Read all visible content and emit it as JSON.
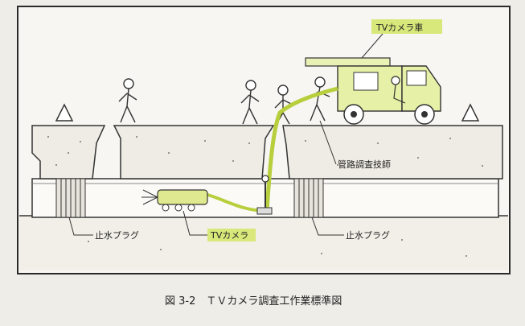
{
  "labels": {
    "tv_truck": "TVカメラ車",
    "engineer": "管路調査技師",
    "plug_left": "止水プラグ",
    "tv_camera": "TVカメラ",
    "plug_right": "止水プラグ"
  },
  "caption": "図 3-2　ＴＶカメラ調査工作業標準図",
  "colors": {
    "paper": "#f1f0ec",
    "frame": "#2a2a2a",
    "highlight": "#d9e87a",
    "cable": "#b7cf3c",
    "line": "#333333"
  }
}
